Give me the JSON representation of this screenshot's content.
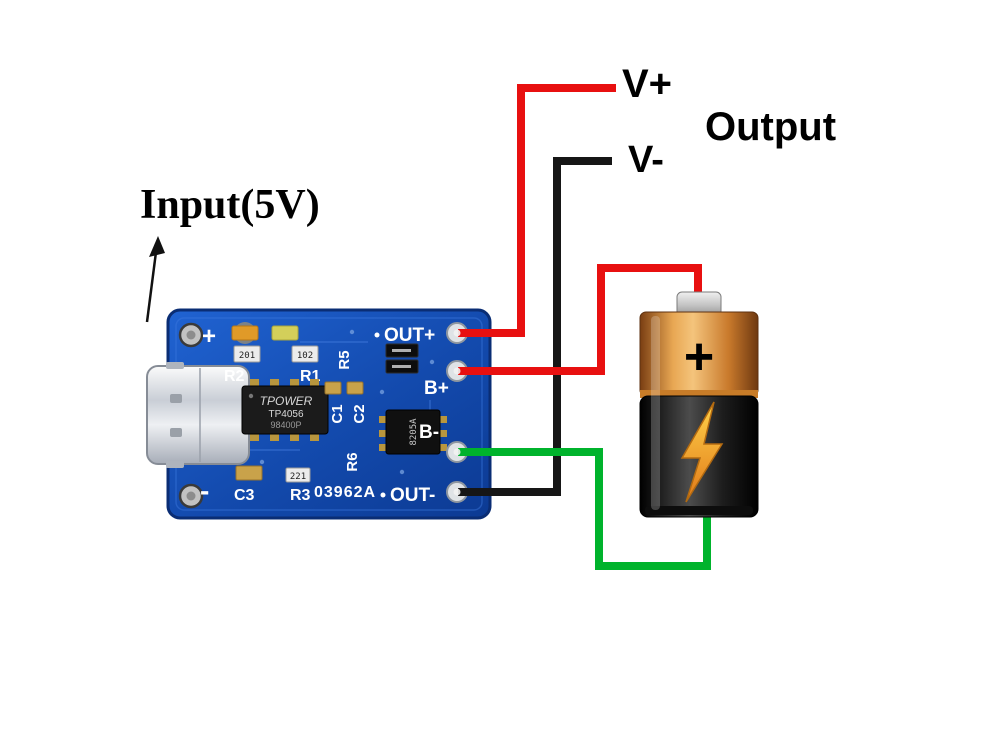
{
  "diagram": {
    "input_label": "Input(5V)",
    "output_label": "Output",
    "v_plus_label": "V+",
    "v_minus_label": "V-"
  },
  "board": {
    "pins": {
      "out_plus": "OUT+",
      "b_plus": "B+",
      "b_minus": "B-",
      "out_minus": "OUT-"
    },
    "silk": {
      "plus": "+",
      "minus": "-",
      "r1": "R1",
      "r2": "R2",
      "r3": "R3",
      "r5": "R5",
      "r6": "R6",
      "c1": "C1",
      "c2": "C2",
      "c3": "C3",
      "part_number": "03962A"
    },
    "chip": {
      "brand": "TPOWER",
      "model": "TP4056",
      "code": "98400P"
    },
    "smd": {
      "code1": "201",
      "code2": "102",
      "code3": "221",
      "protection_ic": "8205A"
    }
  },
  "battery": {
    "plus_symbol": "+"
  },
  "colors": {
    "wire_red": "#e81010",
    "wire_black": "#161616",
    "wire_green": "#00b32c",
    "v_plus_red": "#e60000",
    "board_blue": "#1557c5",
    "silkscreen_white": "#ffffff",
    "battery_copper": "#d08236",
    "battery_black": "#141414"
  }
}
